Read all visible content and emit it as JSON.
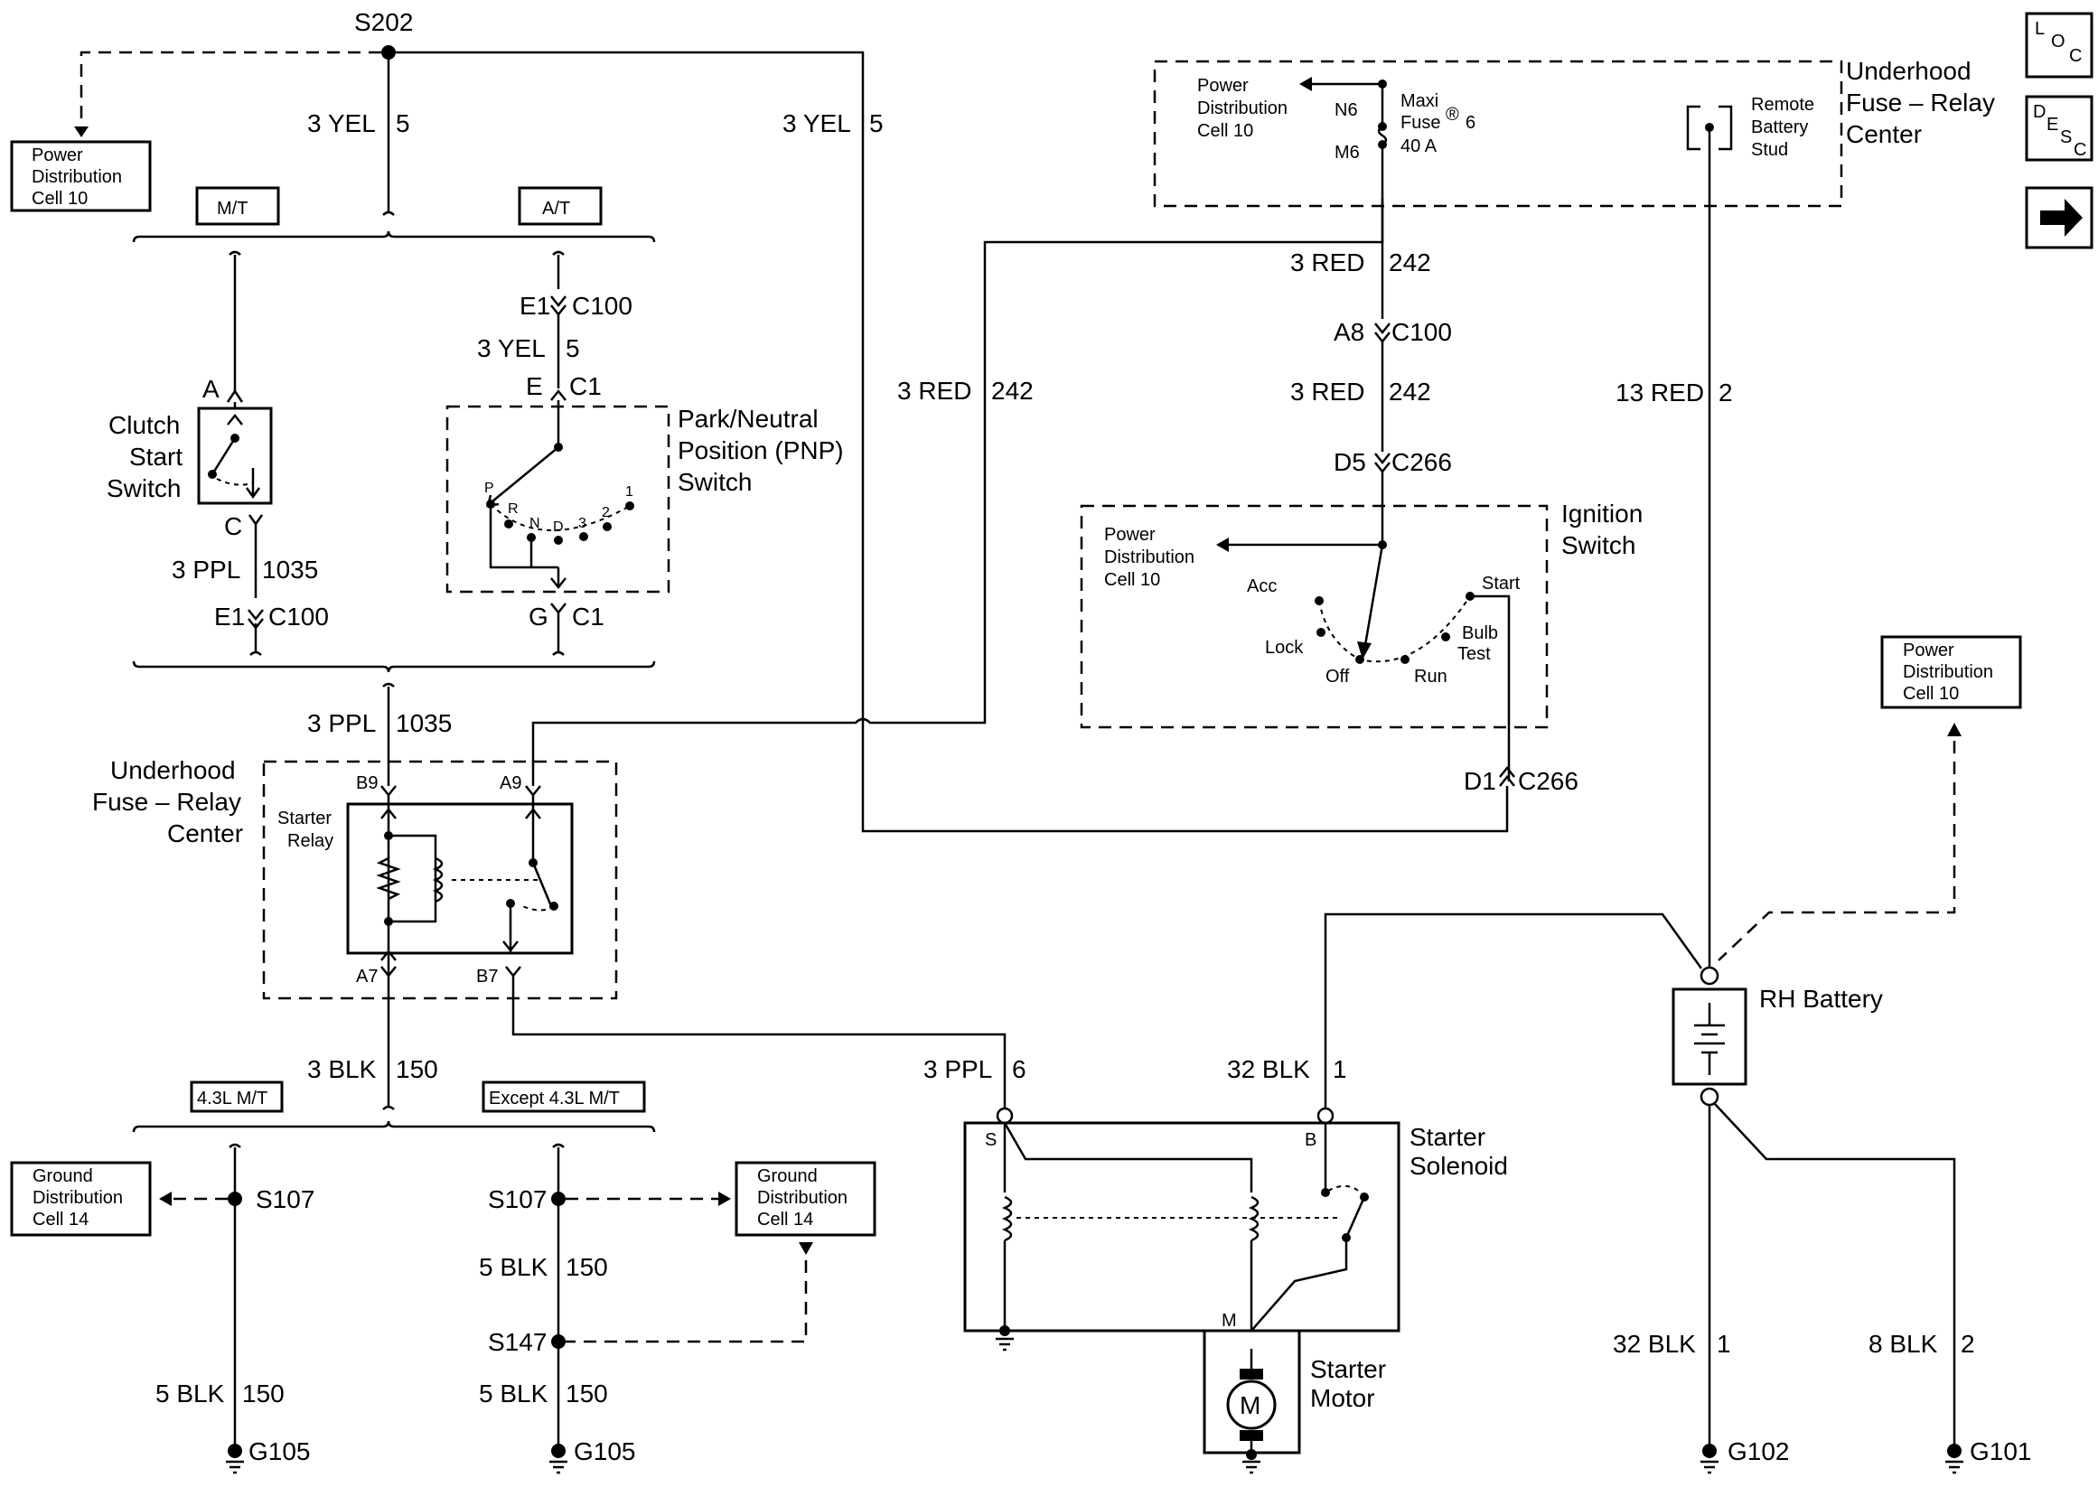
{
  "nav": {
    "loc_label_l": "L",
    "loc_label_o": "O",
    "loc_label_c": "C",
    "desc_label_d": "D",
    "desc_label_e": "E",
    "desc_label_s": "S",
    "desc_label_c": "C",
    "next_icon": "right-arrow-icon"
  },
  "splices": {
    "s202": "S202",
    "s107_left": "S107",
    "s107_right": "S107",
    "s147": "S147"
  },
  "grounds": {
    "g105_left": "G105",
    "g105_right": "G105",
    "g102": "G102",
    "g101": "G101"
  },
  "references": {
    "pdc_top_left": [
      "Power",
      "Distribution",
      "Cell 10"
    ],
    "pdc_fuse": [
      "Power",
      "Distribution",
      "Cell 10"
    ],
    "pdc_ign": [
      "Power",
      "Distribution",
      "Cell 10"
    ],
    "pdc_right": [
      "Power",
      "Distribution",
      "Cell 10"
    ],
    "gnd_left": [
      "Ground",
      "Distribution",
      "Cell 14"
    ],
    "gnd_right": [
      "Ground",
      "Distribution",
      "Cell 14"
    ]
  },
  "option_tags": {
    "mt": "M/T",
    "at": "A/T",
    "l43_mt": "4.3L M/T",
    "except_43": "Except 4.3L M/T"
  },
  "wires": {
    "yel_left": "3 YEL",
    "yel_left_n": "5",
    "yel_mid": "3 YEL",
    "yel_mid_n": "5",
    "yel_at": "3 YEL",
    "yel_at_n": "5",
    "ppl_1035_a": "3 PPL",
    "ppl_1035_a_n": "1035",
    "ppl_1035_b": "3 PPL",
    "ppl_1035_b_n": "1035",
    "red_242_left": "3 RED",
    "red_242_left_n": "242",
    "red_242_a": "3 RED",
    "red_242_a_n": "242",
    "red_242_b": "3 RED",
    "red_242_b_n": "242",
    "red_2": "13 RED",
    "red_2_n": "2",
    "blk_150_a": "3 BLK",
    "blk_150_a_n": "150",
    "blk_150_left": "5 BLK",
    "blk_150_left_n": "150",
    "blk_150_r1": "5 BLK",
    "blk_150_r1_n": "150",
    "blk_150_r2": "5 BLK",
    "blk_150_r2_n": "150",
    "ppl_6": "3 PPL",
    "ppl_6_n": "6",
    "blk_1_top": "32 BLK",
    "blk_1_top_n": "1",
    "blk_1_bottom": "32 BLK",
    "blk_1_bottom_n": "1",
    "blk_2": "8 BLK",
    "blk_2_n": "2"
  },
  "connectors": {
    "e1_c100_top": "E1",
    "c100_top": "C100",
    "e_pnp": "E",
    "c1_pnp_top": "C1",
    "g_pnp": "G",
    "c1_pnp_bottom": "C1",
    "a_clutch": "A",
    "c_clutch": "C",
    "e1_c100_bottom": "E1",
    "c100_bottom": "C100",
    "a8": "A8",
    "c100_a8": "C100",
    "d5": "D5",
    "c266_d5": "C266",
    "d1": "D1",
    "c266_d1": "C266",
    "b9": "B9",
    "a9": "A9",
    "a7": "A7",
    "b7": "B7",
    "n6": "N6",
    "m6": "M6",
    "term_s": "S",
    "term_b": "B",
    "term_m": "M"
  },
  "components": {
    "clutch_switch": [
      "Clutch",
      "Start",
      "Switch"
    ],
    "pnp_switch": [
      "Park/Neutral",
      "Position (PNP)",
      "Switch"
    ],
    "pnp_positions": {
      "p": "P",
      "r": "R",
      "n": "N",
      "d": "D",
      "three": "3",
      "two": "2",
      "one": "1"
    },
    "underhood_left": [
      "Underhood",
      "Fuse – Relay",
      "Center"
    ],
    "starter_relay": [
      "Starter",
      "Relay"
    ],
    "underhood_right": [
      "Underhood",
      "Fuse – Relay",
      "Center"
    ],
    "maxi_fuse": [
      "Maxi",
      "Fuse",
      "6",
      "40 A"
    ],
    "maxi_fuse_reg": "®",
    "remote_stud": [
      "Remote",
      "Battery",
      "Stud"
    ],
    "ignition_switch": [
      "Ignition",
      "Switch"
    ],
    "ign_positions": {
      "acc": "Acc",
      "lock": "Lock",
      "off": "Off",
      "run": "Run",
      "bulb": "Bulb",
      "test": "Test",
      "start": "Start"
    },
    "rh_battery": "RH Battery",
    "starter_solenoid": [
      "Starter",
      "Solenoid"
    ],
    "starter_motor": [
      "Starter",
      "Motor"
    ],
    "motor_symbol": "M"
  }
}
